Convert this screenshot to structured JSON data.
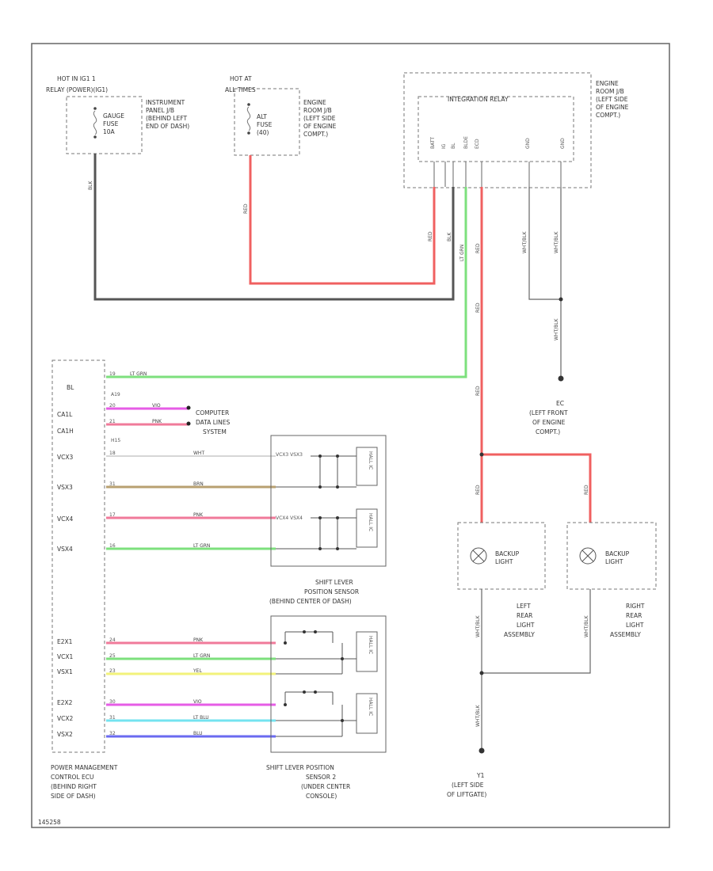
{
  "diagram_id": "145258",
  "fuse_boxes": {
    "left": {
      "hot": "HOT IN IG1 1",
      "relay": "RELAY (POWER)(IG1)",
      "fuse": [
        "GAUGE",
        "FUSE",
        "10A"
      ],
      "location": [
        "INSTRUMENT",
        "PANEL J/B",
        "(BEHIND LEFT",
        "END OF DASH)"
      ]
    },
    "mid": {
      "hot": "HOT AT",
      "time": "ALL TIMES",
      "fuse": [
        "ALT",
        "FUSE",
        "(40)"
      ],
      "location": [
        "ENGINE",
        "ROOM J/B",
        "(LEFT SIDE",
        "OF ENGINE",
        "COMPT.)"
      ]
    }
  },
  "relay": {
    "title": "INTEGRATION RELAY",
    "pins": [
      "BATT",
      "IG",
      "BL",
      "BLDE",
      "ECD",
      "GND",
      "GND"
    ],
    "location": [
      "ENGINE",
      "ROOM J/B",
      "(LEFT SIDE",
      "OF ENGINE",
      "COMPT.)"
    ]
  },
  "wire_labels": {
    "blk1": "BLK",
    "red_fuse": "RED",
    "blk_relay": "BLK",
    "red_relay": "RED",
    "ltgrn_relay": "LT GRN",
    "red_ecd": "RED",
    "wht_blk1": "WHT/BLK",
    "wht_blk2": "WHT/BLK",
    "red_b1": "RED",
    "red_b2": "RED",
    "wht_blk_gnd": "WHT/BLK",
    "red_left": "RED",
    "red_right": "RED",
    "wht_blk_l": "WHT/BLK",
    "wht_blk_r": "WHT/BLK",
    "wht_blk_y1": "WHT/BLK",
    "ecu_lbl": "H15",
    "a19": "A19"
  },
  "ground_ec": {
    "id": "EC",
    "location": [
      "(LEFT FRONT",
      "OF ENGINE",
      "COMPT.)"
    ]
  },
  "ground_y1": {
    "id": "Y1",
    "location": [
      "(LEFT SIDE",
      "OF LIFTGATE)"
    ]
  },
  "ecu": {
    "title": [
      "POWER MANAGEMENT",
      "CONTROL ECU",
      "(BEHIND RIGHT",
      "SIDE OF DASH)"
    ],
    "pins": [
      "BL",
      "CA1L",
      "CA1H",
      "VCX3",
      "VSX3",
      "VCX4",
      "VSX4",
      "E2X1",
      "VCX1",
      "VSX1",
      "E2X2",
      "VCX2",
      "VSX2"
    ],
    "lead_labels": [
      "A19",
      "H15"
    ]
  },
  "computer_data": [
    "COMPUTER",
    "DATA LINES",
    "SYSTEM"
  ],
  "ecu_wires": [
    {
      "pin": "BL",
      "num": "19",
      "label": "LT GRN",
      "color": "#7de07d"
    },
    {
      "pin": "CA1L",
      "num": "20",
      "label": "VIO",
      "color": "#e65ce6"
    },
    {
      "pin": "CA1H",
      "num": "21",
      "label": "PNK",
      "color": "#f07a9a"
    },
    {
      "pin": "VCX3",
      "num": "18",
      "label": "WHT",
      "color": "#bdbdbd"
    },
    {
      "pin": "VSX3",
      "num": "31",
      "label": "BRN",
      "color": "#b8a070"
    },
    {
      "pin": "VCX4",
      "num": "17",
      "label": "PNK",
      "color": "#f07a9a"
    },
    {
      "pin": "VSX4",
      "num": "16",
      "label": "LT GRN",
      "color": "#7de07d"
    },
    {
      "pin": "E2X1",
      "num": "24",
      "label": "PNK",
      "color": "#f07a9a"
    },
    {
      "pin": "VCX1",
      "num": "25",
      "label": "LT GRN",
      "color": "#7de07d"
    },
    {
      "pin": "VSX1",
      "num": "23",
      "label": "YEL",
      "color": "#f2f27a"
    },
    {
      "pin": "E2X2",
      "num": "30",
      "label": "VIO",
      "color": "#e65ce6"
    },
    {
      "pin": "VCX2",
      "num": "31",
      "label": "LT BLU",
      "color": "#74e3f0"
    },
    {
      "pin": "VSX2",
      "num": "32",
      "label": "BLU",
      "color": "#6a6af0"
    }
  ],
  "sensors": {
    "sensor1": {
      "title": [
        "SHIFT LEVER",
        "POSITION SENSOR",
        "(BEHIND CENTER OF DASH)"
      ],
      "sub": [
        "VCX3 VSX3",
        "VCX4 VSX4"
      ],
      "hall": "HALL IC"
    },
    "sensor2": {
      "title": [
        "SHIFT LEVER POSITION",
        "SENSOR 2",
        "(UNDER CENTER",
        "CONSOLE)"
      ],
      "hall": "HALL IC"
    }
  },
  "backup_lights": {
    "left": {
      "name": [
        "BACKUP",
        "LIGHT"
      ],
      "assembly": [
        "LEFT",
        "REAR",
        "LIGHT",
        "ASSEMBLY"
      ]
    },
    "right": {
      "name": [
        "BACKUP",
        "LIGHT"
      ],
      "assembly": [
        "RIGHT",
        "REAR",
        "LIGHT",
        "ASSEMBLY"
      ]
    }
  },
  "colors": {
    "red": "#f06060",
    "blk": "#555555",
    "ltgrn": "#7de07d",
    "gnd": "#555555"
  }
}
